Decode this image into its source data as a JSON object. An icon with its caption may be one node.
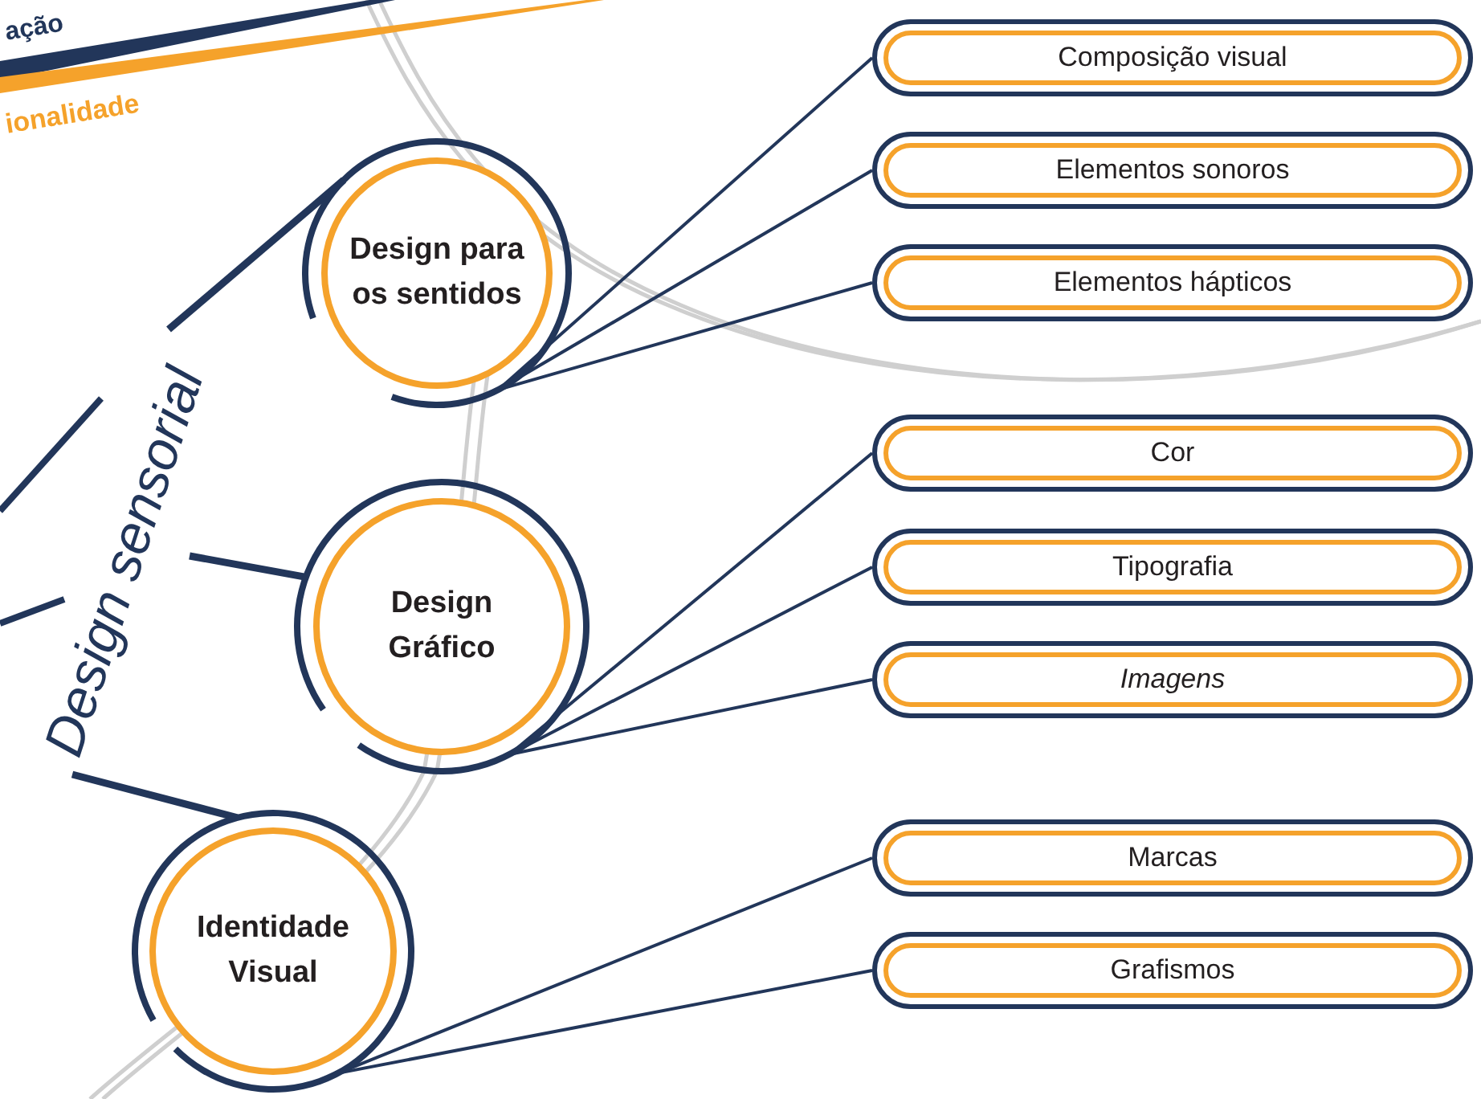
{
  "diagram": {
    "nodes": [
      {
        "text": [
          "Design sensorial"
        ]
      },
      {
        "text": [
          "Design para os sentidos"
        ]
      },
      {
        "text": [
          "Design Gráfico"
        ]
      },
      {
        "text": [
          "Identidade Visual"
        ]
      },
      {
        "text": [
          "Composição visual"
        ]
      },
      {
        "text": [
          "Elementos sonoros"
        ]
      },
      {
        "text": [
          "Elementos hápticos"
        ]
      },
      {
        "text": [
          "Cor"
        ]
      },
      {
        "text": [
          "Tipografia"
        ]
      },
      {
        "text": [
          "Imagens"
        ]
      },
      {
        "text": [
          "Marcas"
        ]
      },
      {
        "text": [
          "Grafismos"
        ]
      }
    ],
    "edges": [
      {
        "from": 0,
        "to": 1,
        "arrow": "none",
        "style": "thick"
      },
      {
        "from": 0,
        "to": 2,
        "arrow": "none",
        "style": "thick"
      },
      {
        "from": 0,
        "to": 3,
        "arrow": "none",
        "style": "thick"
      },
      {
        "from": 1,
        "to": 4,
        "arrow": "none"
      },
      {
        "from": 1,
        "to": 5,
        "arrow": "none"
      },
      {
        "from": 1,
        "to": 6,
        "arrow": "none"
      },
      {
        "from": 2,
        "to": 7,
        "arrow": "none"
      },
      {
        "from": 2,
        "to": 8,
        "arrow": "none"
      },
      {
        "from": 2,
        "to": 9,
        "arrow": "none"
      },
      {
        "from": 3,
        "to": 10,
        "arrow": "none"
      },
      {
        "from": 3,
        "to": 11,
        "arrow": "none"
      }
    ],
    "labels": [
      "ação",
      "ionalidade"
    ]
  }
}
